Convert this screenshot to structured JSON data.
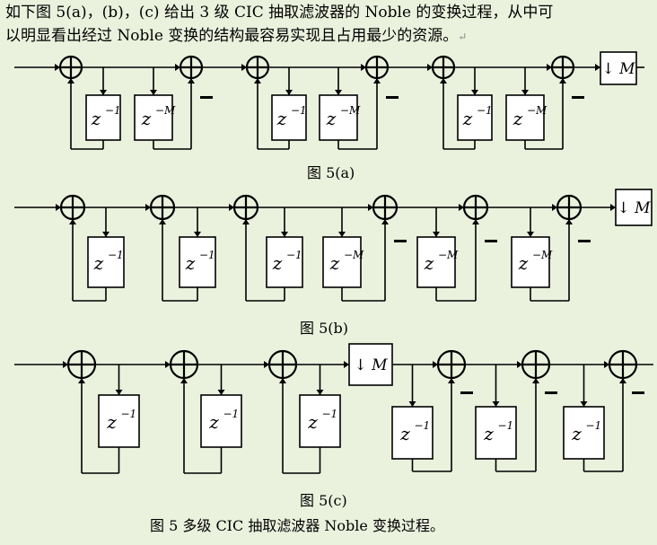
{
  "intro": {
    "line1": "如下图 5(a)，(b)，(c) 给出 3 级 CIC 抽取滤波器的 Noble 的变换过程，从中可",
    "line2": "以明显看出经过 Noble 变换的结构最容易实现且占用最少的资源。",
    "para_mark": "↵"
  },
  "labels": {
    "delay1_base": "z",
    "delay1_exp": "−1",
    "delayM_base": "z",
    "delayM_exp": "−M",
    "downsample": "↓ M",
    "minus": "−"
  },
  "diagrams": [
    {
      "id": "a",
      "caption": "图 5(a)",
      "sequence": [
        "adder",
        "adder",
        "adder",
        "adder",
        "adder",
        "adder",
        "downsample"
      ],
      "blocks": [
        "z^-1",
        "z^-M",
        "z^-1",
        "z^-M",
        "z^-1",
        "z^-M"
      ]
    },
    {
      "id": "b",
      "caption": "图 5(b)",
      "sequence": [
        "adder",
        "adder",
        "adder",
        "adder",
        "adder",
        "adder",
        "downsample"
      ],
      "blocks": [
        "z^-1",
        "z^-1",
        "z^-1",
        "z^-M",
        "z^-M",
        "z^-M"
      ]
    },
    {
      "id": "c",
      "caption": "图 5(c)",
      "sequence": [
        "adder",
        "adder",
        "adder",
        "downsample",
        "adder",
        "adder",
        "adder"
      ],
      "blocks": [
        "z^-1",
        "z^-1",
        "z^-1",
        "z^-1",
        "z^-1",
        "z^-1"
      ]
    }
  ],
  "figure_caption": "图 5  多级 CIC 抽取滤波器 Noble 变换过程。"
}
